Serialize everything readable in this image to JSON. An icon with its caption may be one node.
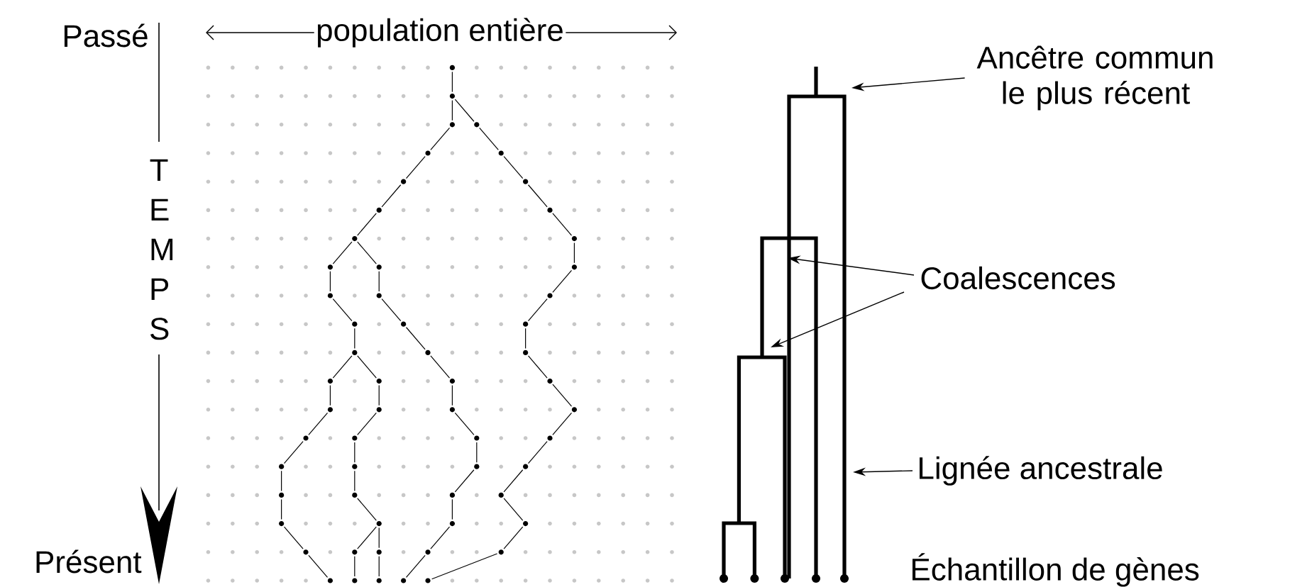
{
  "diagram": {
    "nodes": [
      {
        "text": [
          "Ancêtre commun le plus récent"
        ]
      },
      {
        "text": [
          "Coalescences"
        ]
      },
      {
        "text": [
          "Lignée ancestrale"
        ]
      },
      {
        "text": [],
        "shape": "picture"
      }
    ],
    "edges": [
      {
        "from": 0,
        "to": 3,
        "arrow": "to"
      },
      {
        "from": 1,
        "to": 3,
        "arrow": "to"
      },
      {
        "from": 1,
        "to": 3,
        "arrow": "to"
      },
      {
        "from": 2,
        "to": 3,
        "arrow": "to"
      }
    ],
    "labels": [
      "Passé",
      "population entière",
      "T E M P S",
      "Présent",
      "Échantillon de gènes"
    ]
  }
}
